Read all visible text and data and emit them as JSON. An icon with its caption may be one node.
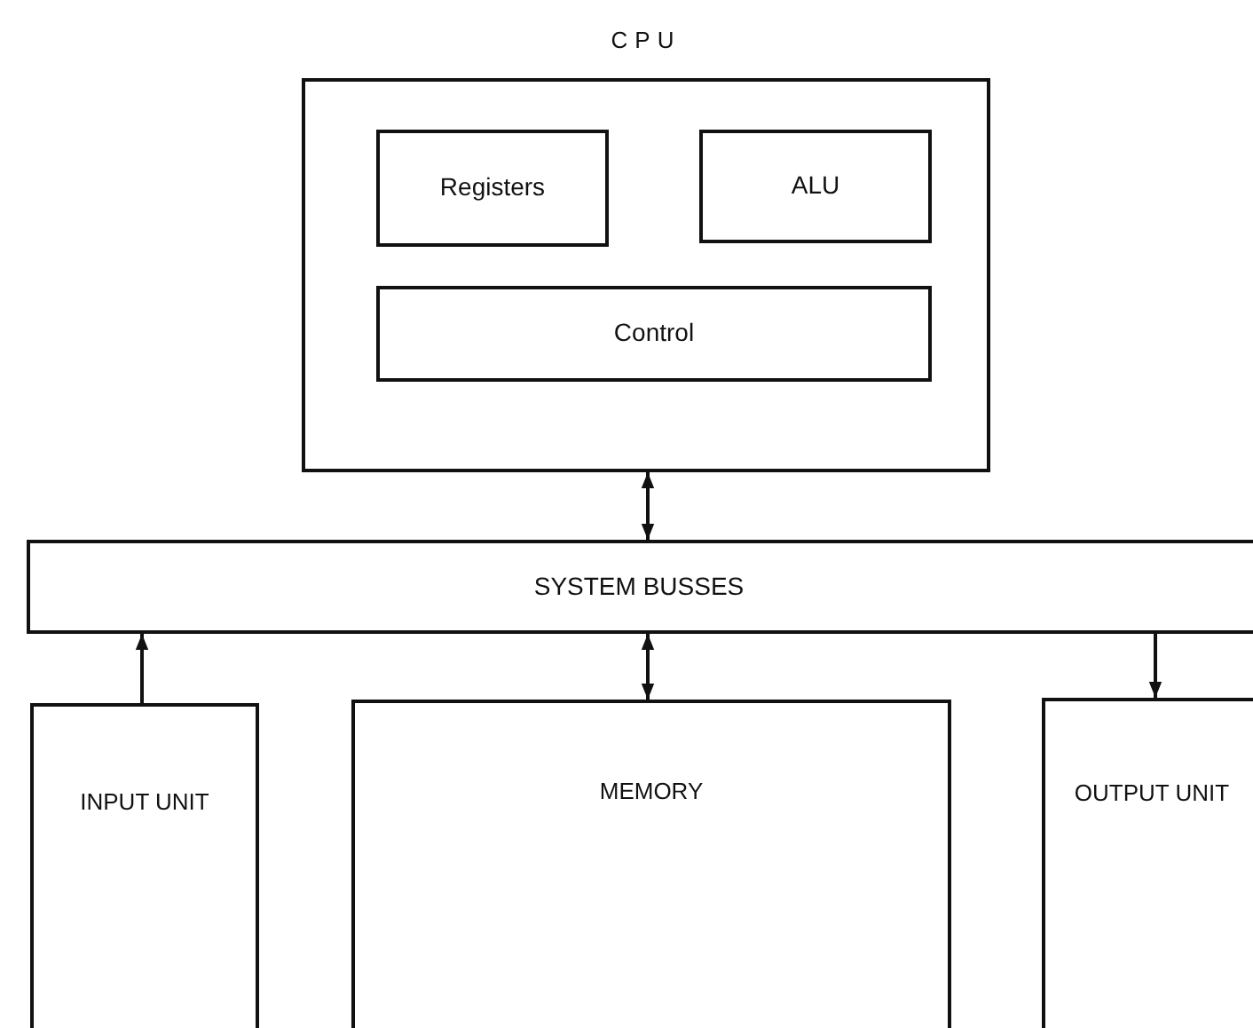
{
  "diagram": {
    "nodes": [
      {
        "text": [
          "CPU"
        ]
      },
      {
        "text": [
          "Registers"
        ],
        "in": 0
      },
      {
        "text": [
          "ALU"
        ],
        "in": 0
      },
      {
        "text": [
          "Control"
        ],
        "in": 0
      },
      {
        "text": [
          "SYSTEM BUSSES"
        ]
      },
      {
        "text": [
          "INPUT UNIT"
        ]
      },
      {
        "text": [
          "MEMORY"
        ]
      },
      {
        "text": [
          "OUTPUT UNIT"
        ]
      }
    ],
    "edges": [
      {
        "from": 0,
        "to": 4,
        "arrow": "both"
      },
      {
        "from": 5,
        "to": 4,
        "arrow": "to"
      },
      {
        "from": 6,
        "to": 4,
        "arrow": "both"
      },
      {
        "from": 4,
        "to": 7,
        "arrow": "to"
      }
    ]
  }
}
